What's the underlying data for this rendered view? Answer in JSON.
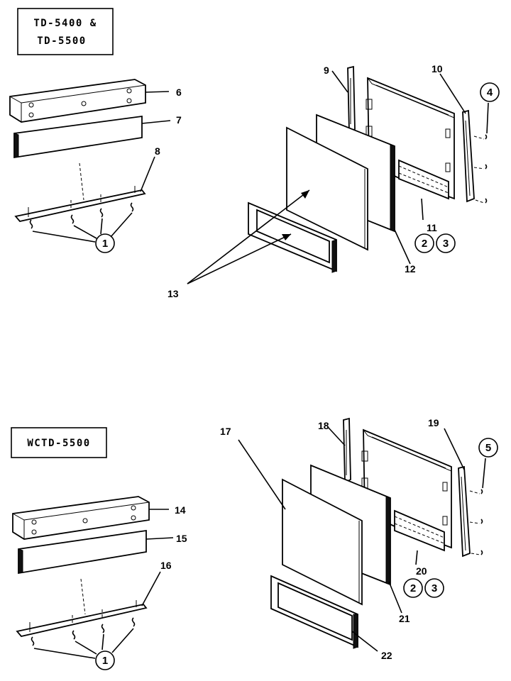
{
  "sections": [
    {
      "models": [
        "TD-5400 &",
        "TD-5500"
      ],
      "callouts": {
        "c6": "6",
        "c7": "7",
        "c8": "8",
        "c9": "9",
        "c10": "10",
        "c11": "11",
        "c12": "12",
        "c13": "13"
      },
      "circled": {
        "r1": "1",
        "r2": "2",
        "r3": "3",
        "r4": "4"
      }
    },
    {
      "models": [
        "WCTD-5500"
      ],
      "callouts": {
        "c14": "14",
        "c15": "15",
        "c16": "16",
        "c17": "17",
        "c18": "18",
        "c19": "19",
        "c20": "20",
        "c21": "21",
        "c22": "22"
      },
      "circled": {
        "r1": "1",
        "r2": "2",
        "r3": "3",
        "r5": "5"
      }
    }
  ]
}
